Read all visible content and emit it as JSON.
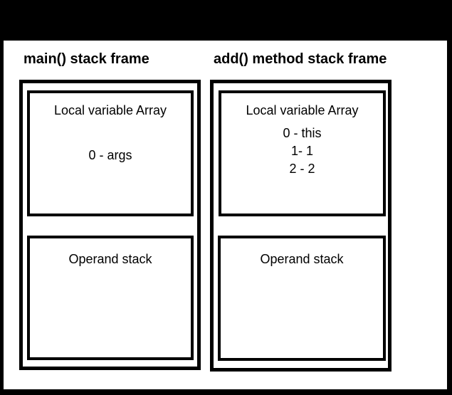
{
  "slide": {
    "background_color": "#000000",
    "panel_color": "#ffffff",
    "line_color": "#000000"
  },
  "frames": [
    {
      "title": "main() stack frame",
      "local_variable_array": {
        "label": "Local variable Array",
        "entries": [
          "0 - args"
        ]
      },
      "operand_stack": {
        "label": "Operand stack",
        "entries": []
      }
    },
    {
      "title": "add() method stack frame",
      "local_variable_array": {
        "label": "Local variable Array",
        "entries": [
          "0 - this",
          "1- 1",
          "2 - 2"
        ]
      },
      "operand_stack": {
        "label": "Operand stack",
        "entries": []
      }
    }
  ]
}
